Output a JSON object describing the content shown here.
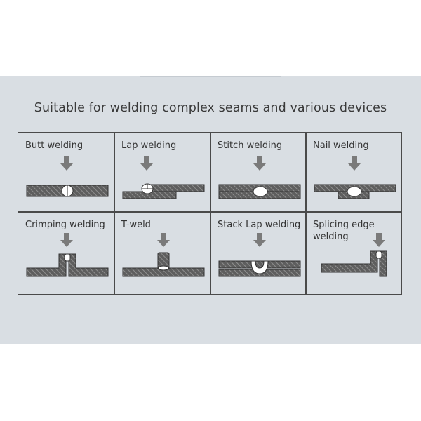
{
  "heading": "Suitable for welding complex seams and various devices",
  "cells": [
    {
      "id": "butt",
      "label": "Butt welding"
    },
    {
      "id": "lap",
      "label": "Lap welding"
    },
    {
      "id": "stitch",
      "label": "Stitch welding"
    },
    {
      "id": "nail",
      "label": "Nail welding"
    },
    {
      "id": "crimping",
      "label": "Crimping welding"
    },
    {
      "id": "tweld",
      "label": "T-weld"
    },
    {
      "id": "stacklap",
      "label": "Stack Lap welding"
    },
    {
      "id": "splicing",
      "label": "Splicing edge welding"
    }
  ],
  "colors": {
    "background_band": "#d9dee3",
    "plate_fill": "#6b6b6b",
    "arrow_fill": "#7a7a7a",
    "weld_fill": "#ffffff",
    "border": "#4a4a4a"
  },
  "icons": [
    "arrow-down-icon",
    "hatched-plate-icon",
    "weld-bead-icon"
  ]
}
